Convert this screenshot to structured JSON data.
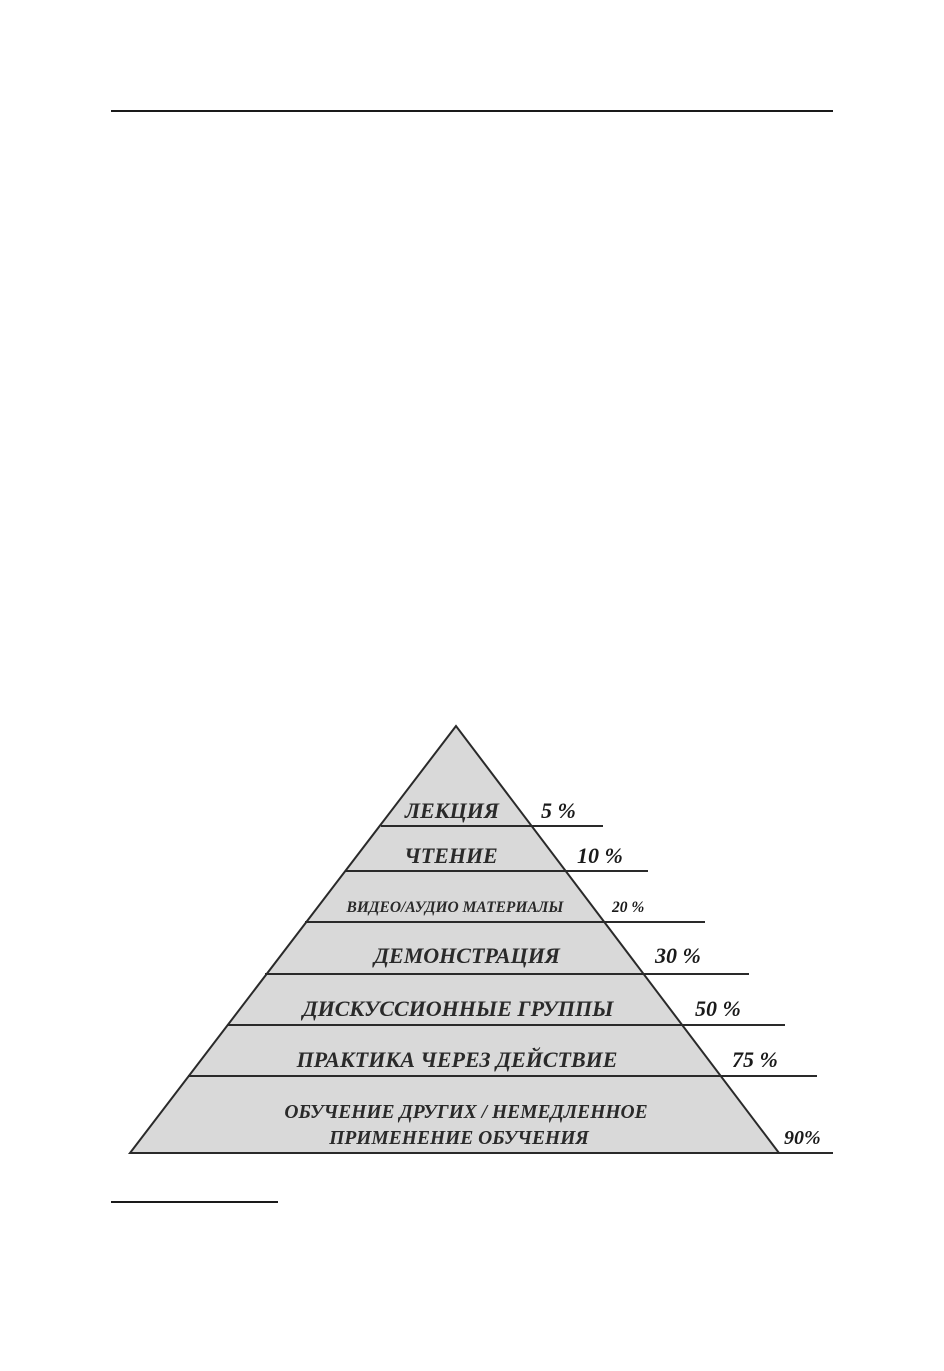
{
  "diagram": {
    "levels": [
      {
        "label": "ЛЕКЦИЯ",
        "percent": "5 %"
      },
      {
        "label": "ЧТЕНИЕ",
        "percent": "10 %"
      },
      {
        "label": "ВИДЕО/АУДИО МАТЕРИАЛЫ",
        "percent": "20 %"
      },
      {
        "label": "ДЕМОНСТРАЦИЯ",
        "percent": "30 %"
      },
      {
        "label": "ДИСКУССИОННЫЕ ГРУППЫ",
        "percent": "50 %"
      },
      {
        "label": "ПРАКТИКА ЧЕРЕЗ ДЕЙСТВИЕ",
        "percent": "75 %"
      },
      {
        "label_line1": "ОБУЧЕНИЕ ДРУГИХ / НЕМЕДЛЕННОЕ",
        "label_line2": "ПРИМЕНЕНИЕ ОБУЧЕНИЯ",
        "percent": "90%"
      }
    ],
    "colors": {
      "fill": "#d9d9d9",
      "stroke": "#2a2a2a"
    }
  }
}
